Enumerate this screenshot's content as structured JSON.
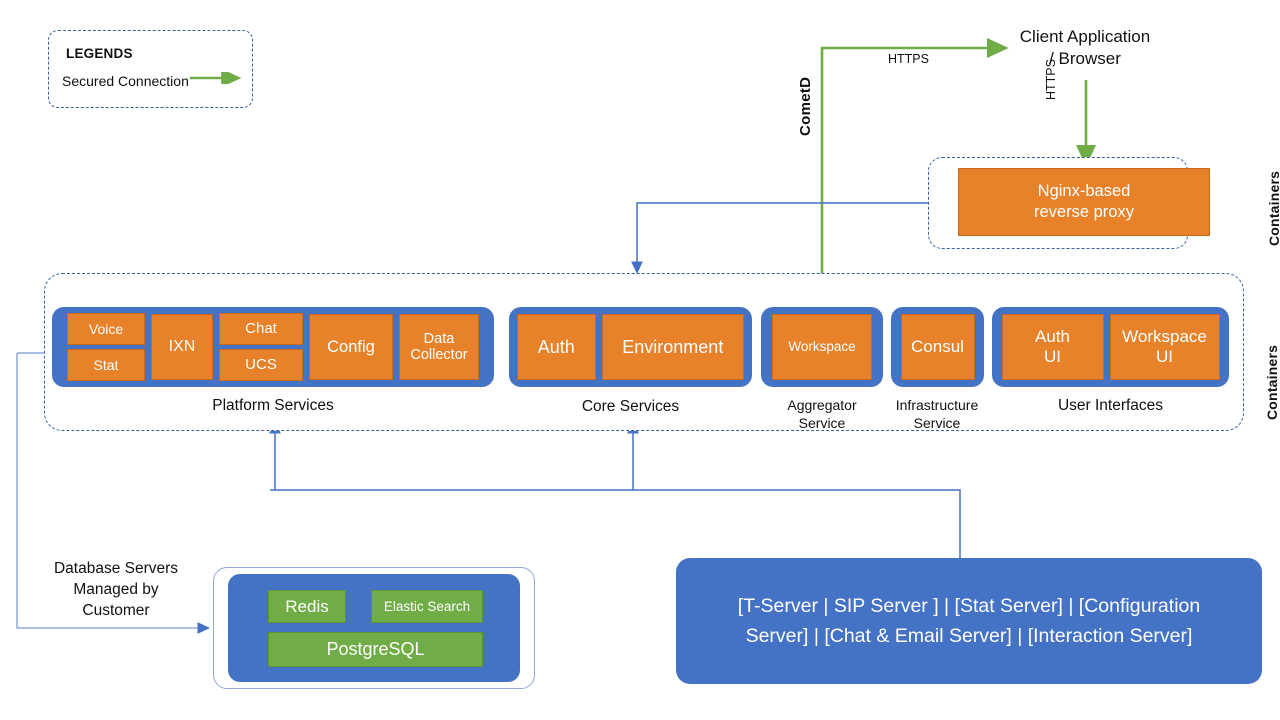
{
  "legend": {
    "title": "LEGENDS",
    "item_label": "Secured Connection",
    "arrow_color": "#70AD47"
  },
  "colors": {
    "orange": "#E8822A",
    "blue": "#4472C4",
    "green": "#70AD47",
    "dashed_border": "#3B5E9E",
    "connector_blue": "#4472C4"
  },
  "top": {
    "client": "Client Application\n/ Browser",
    "client_line1": "Client Application",
    "client_line2": "/ Browser",
    "https_horizontal": "HTTPS",
    "https_vertical": "HTTPS",
    "cometd": "CometD"
  },
  "proxy": {
    "title_line1": "Nginx-based",
    "title_line2": "reverse proxy",
    "containers_label": "Containers"
  },
  "main": {
    "containers_label": "Containers",
    "groups": [
      {
        "caption": "Platform Services",
        "columns": [
          {
            "stacked": true,
            "items": [
              "Voice",
              "Stat"
            ]
          },
          {
            "stacked": false,
            "items": [
              "IXN"
            ]
          },
          {
            "stacked": true,
            "items": [
              "Chat",
              "UCS"
            ]
          },
          {
            "stacked": false,
            "items": [
              "Config"
            ]
          },
          {
            "stacked": false,
            "items": [
              "Data Collector"
            ]
          }
        ]
      },
      {
        "caption": "Core Services",
        "columns": [
          {
            "stacked": false,
            "items": [
              "Auth"
            ]
          },
          {
            "stacked": false,
            "items": [
              "Environment"
            ]
          }
        ]
      },
      {
        "caption": "Aggregator Service",
        "columns": [
          {
            "stacked": false,
            "items": [
              "Workspace"
            ]
          }
        ]
      },
      {
        "caption": "Infrastructure Service",
        "columns": [
          {
            "stacked": false,
            "items": [
              "Consul"
            ]
          }
        ]
      },
      {
        "caption": "User Interfaces",
        "columns": [
          {
            "stacked": false,
            "items": [
              "Auth UI"
            ]
          },
          {
            "stacked": false,
            "items": [
              "Workspace UI"
            ]
          }
        ]
      }
    ],
    "group_captions": {
      "platform": "Platform Services",
      "core": "Core Services",
      "aggregator_l1": "Aggregator",
      "aggregator_l2": "Service",
      "infrastructure_l1": "Infrastructure",
      "infrastructure_l2": "Service",
      "ui": "User Interfaces"
    },
    "services": {
      "voice": "Voice",
      "stat": "Stat",
      "ixn": "IXN",
      "chat": "Chat",
      "ucs": "UCS",
      "config": "Config",
      "data_collector_l1": "Data",
      "data_collector_l2": "Collector",
      "auth": "Auth",
      "environment": "Environment",
      "workspace": "Workspace",
      "consul": "Consul",
      "auth_ui_l1": "Auth",
      "auth_ui_l2": "UI",
      "workspace_ui_l1": "Workspace",
      "workspace_ui_l2": "UI"
    }
  },
  "database": {
    "label_l1": "Database Servers",
    "label_l2": "Managed by",
    "label_l3": "Customer",
    "items": [
      "Redis",
      "Elastic Search",
      "PostgreSQL"
    ],
    "redis": "Redis",
    "elastic": "Elastic Search",
    "postgres": "PostgreSQL"
  },
  "servers": {
    "text": "[T-Server | SIP Server ] | [Stat Server] | [Configuration Server] | [Chat & Email Server] | [Interaction Server]",
    "line1": "[T-Server | SIP Server ] | [Stat Server] | [Configuration",
    "line2": "Server] | [Chat & Email Server] | [Interaction Server]"
  }
}
